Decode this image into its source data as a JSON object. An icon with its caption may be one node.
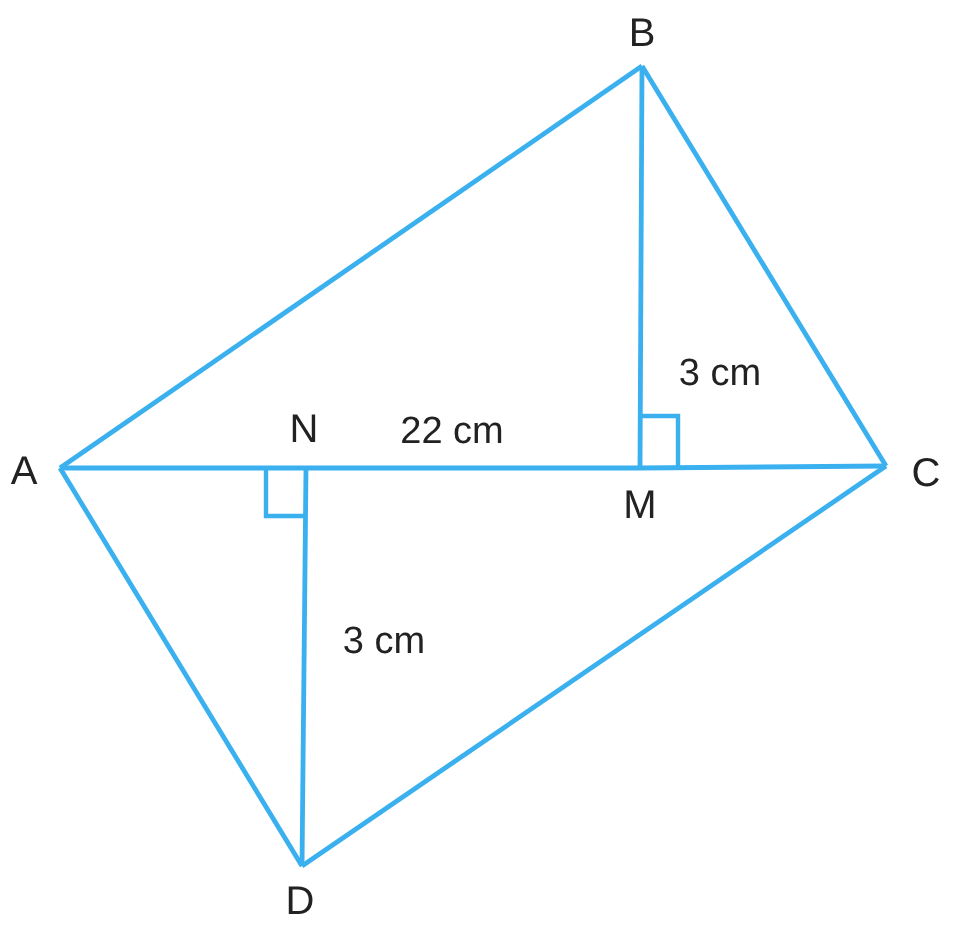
{
  "diagram": {
    "nodes": [
      {
        "text": [
          "A"
        ]
      },
      {
        "text": [
          "B"
        ]
      },
      {
        "text": [
          "C"
        ]
      },
      {
        "text": [
          "D"
        ]
      },
      {
        "text": [
          "N"
        ]
      },
      {
        "text": [
          "M"
        ]
      }
    ],
    "edges": [
      {
        "from": 0,
        "to": 1,
        "arrow": "none"
      },
      {
        "from": 1,
        "to": 2,
        "arrow": "none"
      },
      {
        "from": 2,
        "to": 3,
        "arrow": "none"
      },
      {
        "from": 3,
        "to": 0,
        "arrow": "none"
      },
      {
        "from": 0,
        "to": 4,
        "arrow": "none"
      },
      {
        "from": 4,
        "to": 5,
        "label": "22 cm",
        "arrow": "none"
      },
      {
        "from": 5,
        "to": 2,
        "arrow": "none"
      },
      {
        "from": 1,
        "to": 5,
        "label": "3 cm",
        "arrow": "none"
      },
      {
        "from": 3,
        "to": 4,
        "label": "3 cm",
        "arrow": "none"
      }
    ]
  }
}
